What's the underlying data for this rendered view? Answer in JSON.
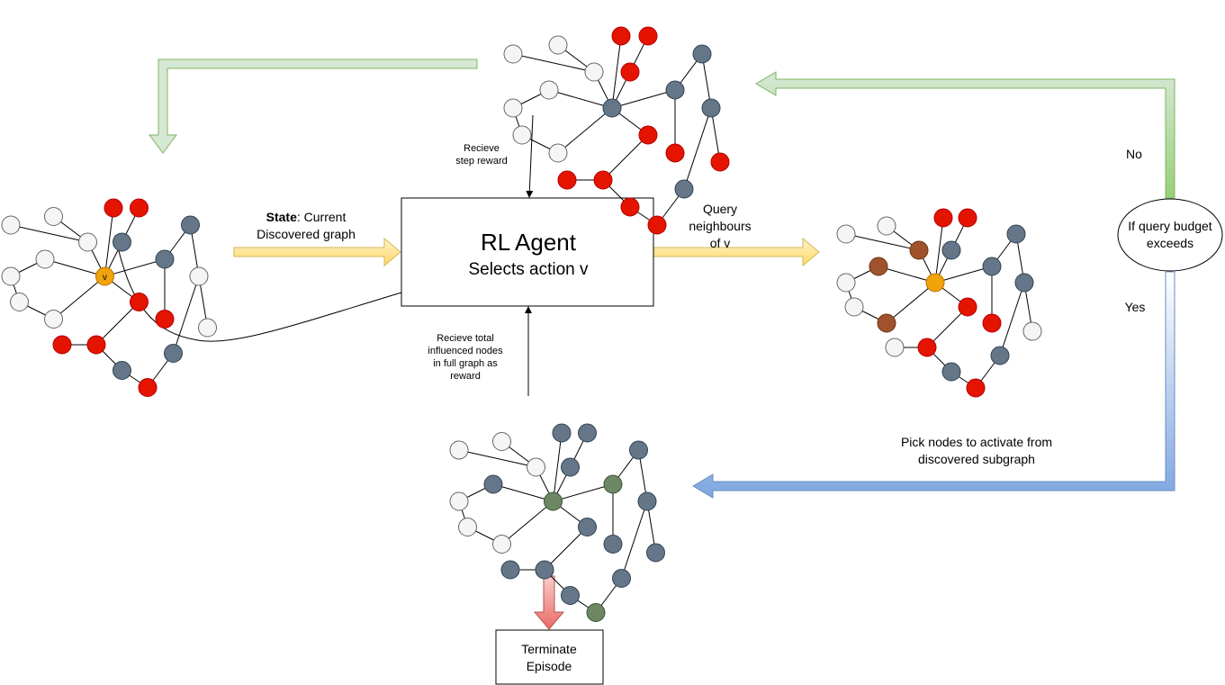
{
  "agent": {
    "title": "RL Agent",
    "subtitle": "Selects action v"
  },
  "state_label": {
    "bold": "State",
    "rest": ": Current",
    "line2": "Discovered graph"
  },
  "query_label": {
    "line1": "Query",
    "line2": "neighbours",
    "line3": "of v"
  },
  "step_reward": {
    "line1": "Recieve",
    "line2": "step reward"
  },
  "total_reward": {
    "line1": "Recieve total",
    "line2": "influenced nodes",
    "line3": "in full graph as",
    "line4": "reward"
  },
  "decision": {
    "line1": "If query budget",
    "line2": "exceeds"
  },
  "no_label": "No",
  "yes_label": "Yes",
  "pick_label": {
    "line1": "Pick nodes to activate from",
    "line2": "discovered subgraph"
  },
  "terminate": {
    "line1": "Terminate",
    "line2": "Episode"
  },
  "node_v_label": "v",
  "colors": {
    "unknown": "#f5f5f5",
    "discovered": "#647687",
    "influenced": "#e51400",
    "selected": "#f0a30a",
    "neighbour": "#a0522d",
    "activated": "#6d8764",
    "green_arrow": "#d5e8d4",
    "yellow_arrow": "#fff2cc",
    "blue_arrow": "#dae8fc",
    "red_arrow": "#f8cecc"
  }
}
